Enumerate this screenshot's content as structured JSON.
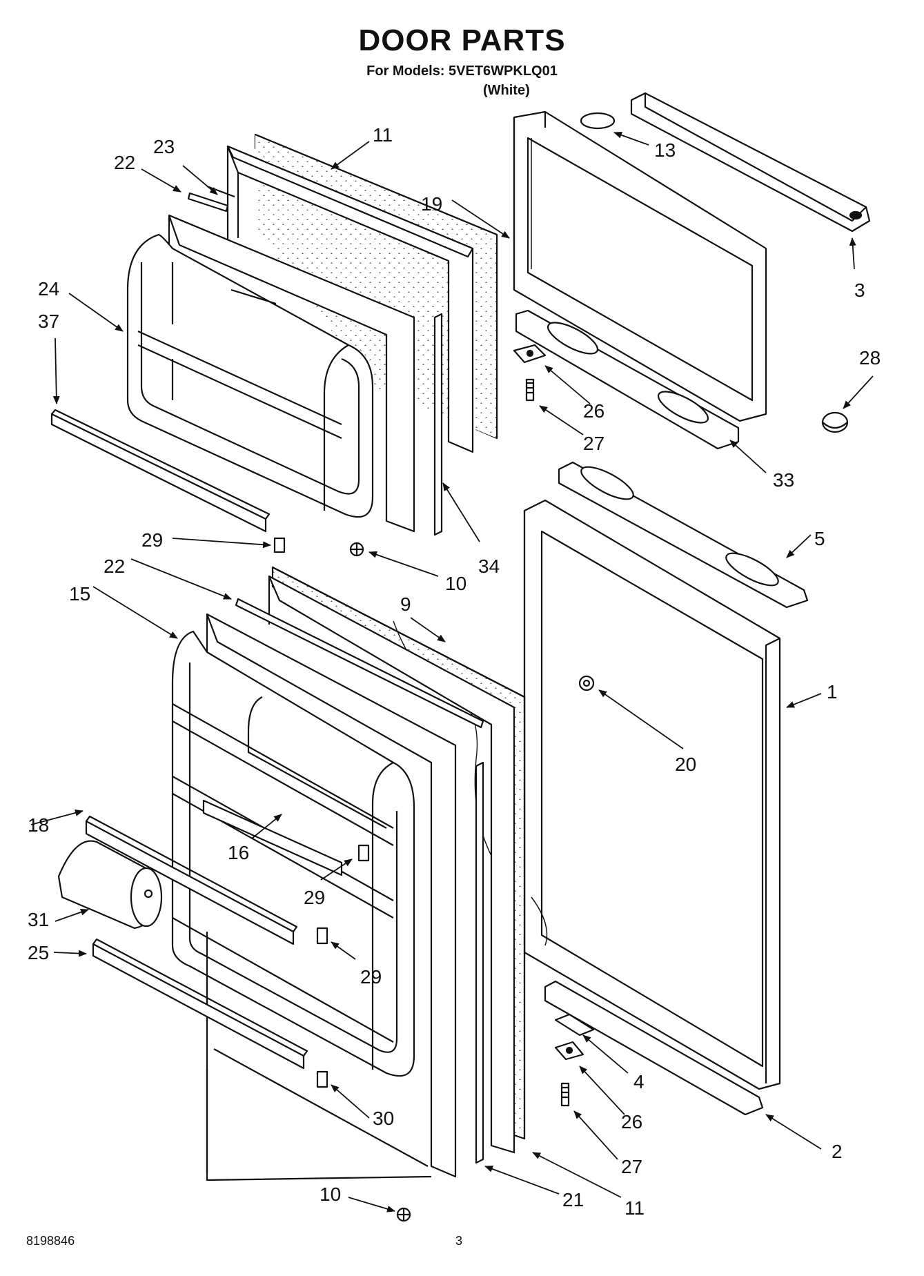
{
  "header": {
    "title": "DOOR PARTS",
    "models_line": "For Models: 5VET6WPKLQ01",
    "color_line": "(White)"
  },
  "footer": {
    "doc_number": "8198846",
    "page_number": "3"
  },
  "callouts": [
    "11",
    "23",
    "22",
    "13",
    "19",
    "3",
    "24",
    "37",
    "28",
    "26",
    "27",
    "33",
    "5",
    "29",
    "10",
    "34",
    "22",
    "15",
    "9",
    "1",
    "20",
    "18",
    "16",
    "29",
    "31",
    "29",
    "25",
    "4",
    "26",
    "30",
    "27",
    "2",
    "10",
    "21",
    "11"
  ],
  "icons": [
    "hinge-icon",
    "screw-icon",
    "plug-button-icon",
    "gasket-icon",
    "shelf-icon",
    "handle-icon"
  ]
}
